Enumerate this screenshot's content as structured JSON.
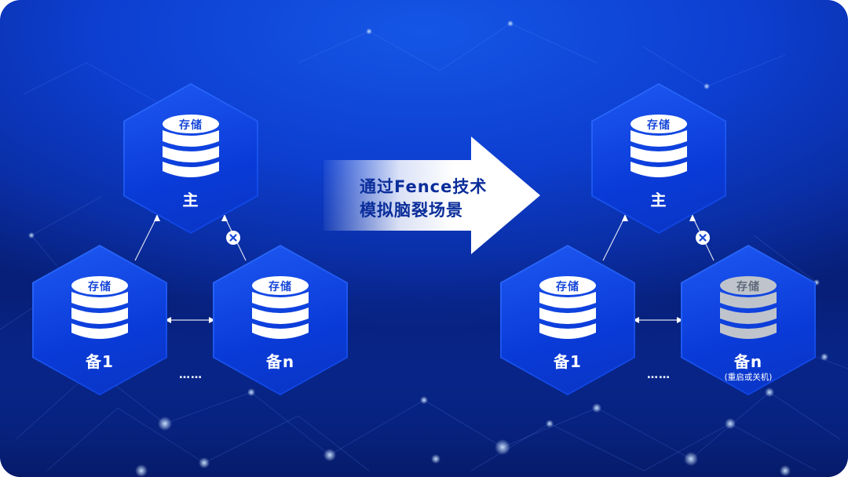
{
  "diagram": {
    "left": {
      "primary": {
        "storage_label": "存储",
        "name": "主"
      },
      "backup1": {
        "storage_label": "存储",
        "name": "备1"
      },
      "backupn": {
        "storage_label": "存储",
        "name": "备n"
      },
      "ellipsis": "……"
    },
    "transition": {
      "line1": "通过Fence技术",
      "line2": "模拟脑裂场景"
    },
    "right": {
      "primary": {
        "storage_label": "存储",
        "name": "主"
      },
      "backup1": {
        "storage_label": "存储",
        "name": "备1"
      },
      "backupn": {
        "storage_label": "存储",
        "name": "备n",
        "note": "(重启或关机)"
      },
      "ellipsis": "……"
    },
    "colors": {
      "background": "#0d3fd1",
      "node": "#1a52ef",
      "db_active": "#ffffff",
      "db_inactive": "#bfc4cc",
      "label_text": "#1646d8"
    },
    "icons": [
      "database-icon",
      "disconnect-icon",
      "arrow-right-icon"
    ]
  }
}
